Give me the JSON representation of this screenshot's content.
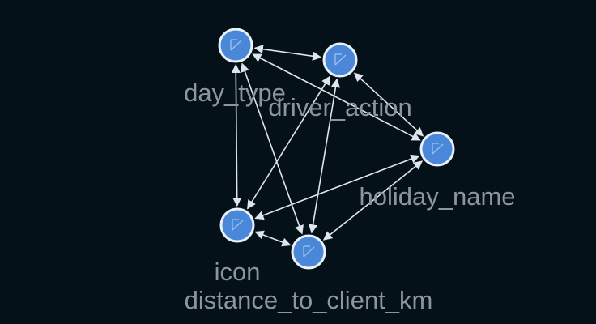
{
  "graph": {
    "background": "#051119",
    "node_fill": "#4a87d8",
    "node_stroke": "#eaf1f8",
    "edge_color": "#dfe5ea",
    "label_color": "#8d969e",
    "directed": true,
    "nodes": [
      {
        "id": "day_type",
        "label": "day_type"
      },
      {
        "id": "driver_action",
        "label": "driver_action"
      },
      {
        "id": "holiday_name",
        "label": "holiday_name"
      },
      {
        "id": "icon",
        "label": "icon"
      },
      {
        "id": "distance_to_client_km",
        "label": "distance_to_client_km"
      }
    ],
    "edges": [
      {
        "source": "day_type",
        "target": "driver_action",
        "bidirectional": true
      },
      {
        "source": "day_type",
        "target": "holiday_name",
        "bidirectional": true
      },
      {
        "source": "day_type",
        "target": "icon",
        "bidirectional": true
      },
      {
        "source": "day_type",
        "target": "distance_to_client_km",
        "bidirectional": true
      },
      {
        "source": "driver_action",
        "target": "holiday_name",
        "bidirectional": true
      },
      {
        "source": "driver_action",
        "target": "icon",
        "bidirectional": true
      },
      {
        "source": "driver_action",
        "target": "distance_to_client_km",
        "bidirectional": true
      },
      {
        "source": "holiday_name",
        "target": "icon",
        "bidirectional": true
      },
      {
        "source": "holiday_name",
        "target": "distance_to_client_km",
        "bidirectional": true
      },
      {
        "source": "icon",
        "target": "distance_to_client_km",
        "bidirectional": true
      }
    ]
  }
}
